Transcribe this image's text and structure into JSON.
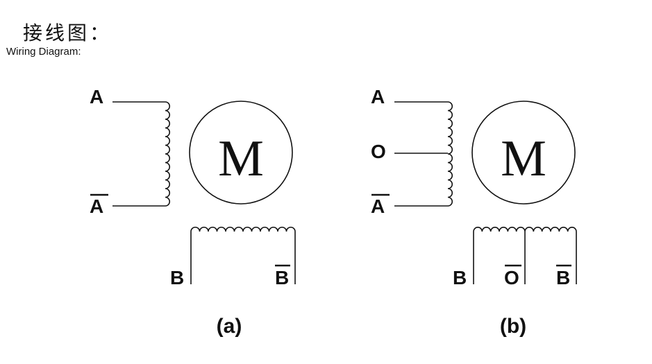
{
  "header": {
    "title_cn": "接线图：",
    "title_en": "Wiring Diagram:"
  },
  "diagram_a": {
    "caption": "(a)",
    "motor_label": "M",
    "coil_a": {
      "start_label": "A",
      "end_label": "A"
    },
    "coil_b": {
      "start_label": "B",
      "end_label": "B"
    }
  },
  "diagram_b": {
    "caption": "(b)",
    "motor_label": "M",
    "coil_a": {
      "start_label": "A",
      "center_label": "O",
      "end_label": "A"
    },
    "coil_b": {
      "start_label": "B",
      "center_label": "O",
      "end_label": "B"
    }
  }
}
